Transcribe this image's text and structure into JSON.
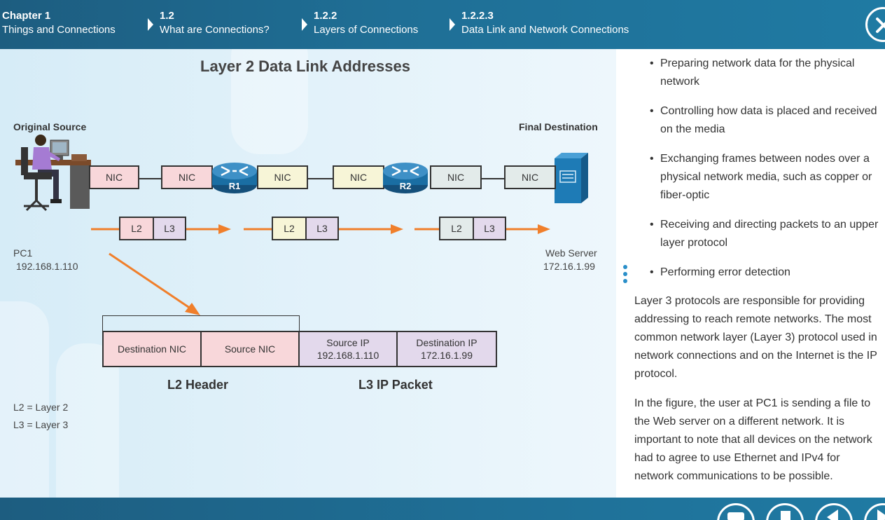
{
  "breadcrumb": [
    {
      "number": "Chapter 1",
      "title": "Things and Connections"
    },
    {
      "number": "1.2",
      "title": "What are Connections?"
    },
    {
      "number": "1.2.2",
      "title": "Layers of Connections"
    },
    {
      "number": "1.2.2.3",
      "title": "Data Link and Network Connections"
    }
  ],
  "figure": {
    "title": "Layer 2 Data Link Addresses",
    "original_source": "Original Source",
    "final_destination": "Final Destination",
    "pc_name": "PC1",
    "pc_ip": "192.168.1.110",
    "server_name": "Web Server",
    "server_ip": "172.16.1.99",
    "nic": "NIC",
    "r1": "R1",
    "r2": "R2",
    "l2": "L2",
    "l3": "L3",
    "frame": {
      "dest_nic": "Destination NIC",
      "source_nic": "Source NIC",
      "source_ip_label": "Source IP",
      "source_ip": "192.168.1.110",
      "dest_ip_label": "Destination IP",
      "dest_ip": "172.16.1.99",
      "l2_header": "L2 Header",
      "l3_packet": "L3 IP Packet"
    },
    "legend": [
      "L2 = Layer 2",
      "L3 = Layer 3"
    ]
  },
  "text": {
    "bullets": [
      "Preparing network data for the physical network",
      "Controlling how data is placed and received on the media",
      "Exchanging frames between nodes over a physical network media, such as copper or fiber-optic",
      "Receiving and directing packets to an upper layer protocol",
      "Performing error detection"
    ],
    "paragraph1": "Layer 3 protocols are responsible for providing addressing to reach remote networks. The most common network layer (Layer 3) protocol used in network connections and on the Internet is the IP protocol.",
    "paragraph2": "In the figure, the user at PC1 is sending a file to the Web server on a different network. It is important to note that all devices on the network had to agree to use Ethernet and IPv4 for network communications to be possible."
  },
  "colors": {
    "accent": "#1f6f96",
    "arrow": "#f07f2b",
    "router": "#1a6ea3"
  }
}
